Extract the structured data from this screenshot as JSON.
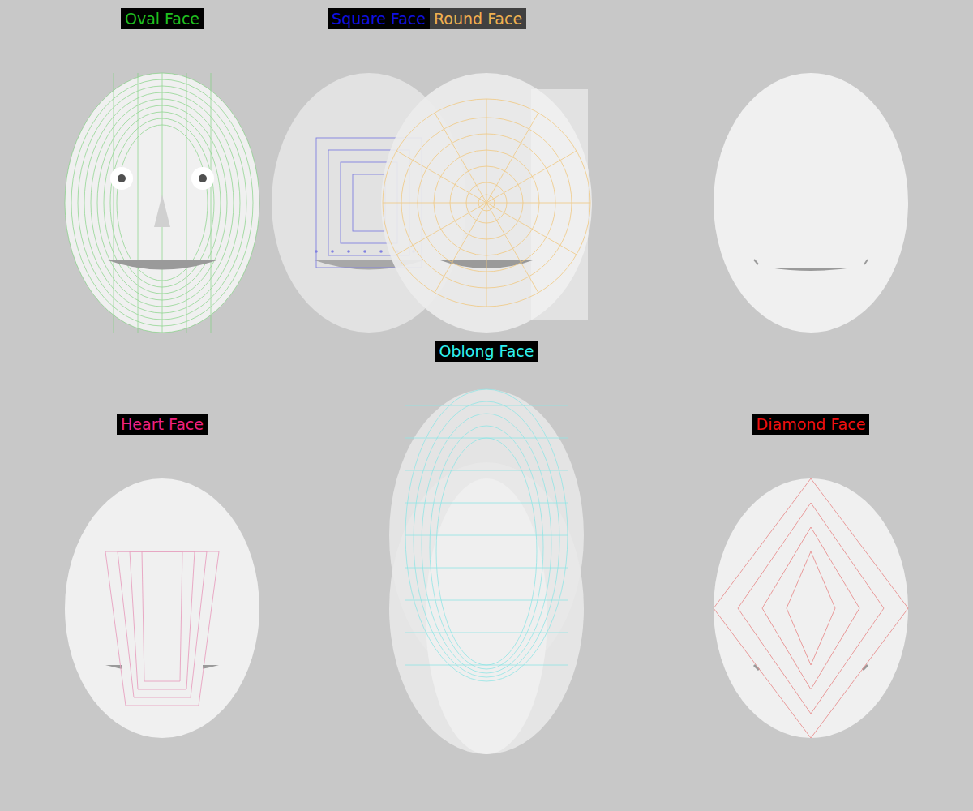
{
  "diagram": {
    "labels": [
      "Oval Face",
      "Square Face",
      "Round Face",
      "Oblong Face",
      "Heart Face",
      "Diamond Face"
    ]
  }
}
